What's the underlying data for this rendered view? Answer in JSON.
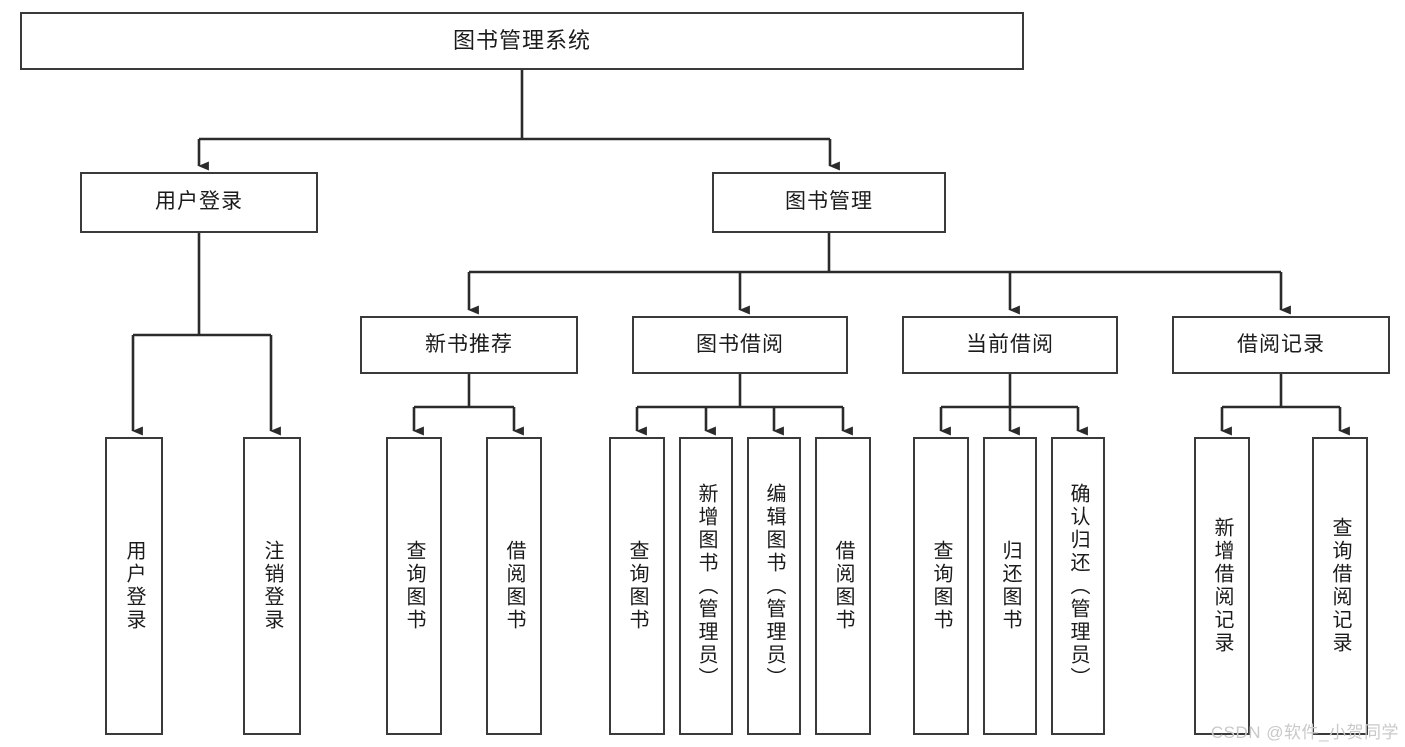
{
  "diagram": {
    "type": "tree",
    "title": "图书管理系统",
    "watermark": "CSDN @软件_小贺同学",
    "colors": {
      "box_border": "#3a3a3a",
      "box_fill": "#ffffff",
      "edge": "#2b2b2b",
      "text": "#1b1b1b",
      "watermark": "#c9c9c9",
      "background": "#ffffff"
    },
    "levels": {
      "root": {
        "label": "图书管理系统"
      },
      "modules": [
        {
          "label": "用户登录"
        },
        {
          "label": "图书管理"
        }
      ],
      "submodules": [
        {
          "label": "新书推荐"
        },
        {
          "label": "图书借阅"
        },
        {
          "label": "当前借阅"
        },
        {
          "label": "借阅记录"
        }
      ]
    },
    "leaves": {
      "user_login": [
        {
          "label": "用户登录"
        },
        {
          "label": "注销登录"
        }
      ],
      "new_book_recommend": [
        {
          "label": "查询图书"
        },
        {
          "label": "借阅图书"
        }
      ],
      "book_borrow": [
        {
          "label": "查询图书"
        },
        {
          "label": "新增图书（管理员）"
        },
        {
          "label": "编辑图书（管理员）"
        },
        {
          "label": "借阅图书"
        }
      ],
      "current_borrow": [
        {
          "label": "查询图书"
        },
        {
          "label": "归还图书"
        },
        {
          "label": "确认归还（管理员）"
        }
      ],
      "borrow_records": [
        {
          "label": "新增借阅记录"
        },
        {
          "label": "查询借阅记录"
        }
      ]
    }
  }
}
